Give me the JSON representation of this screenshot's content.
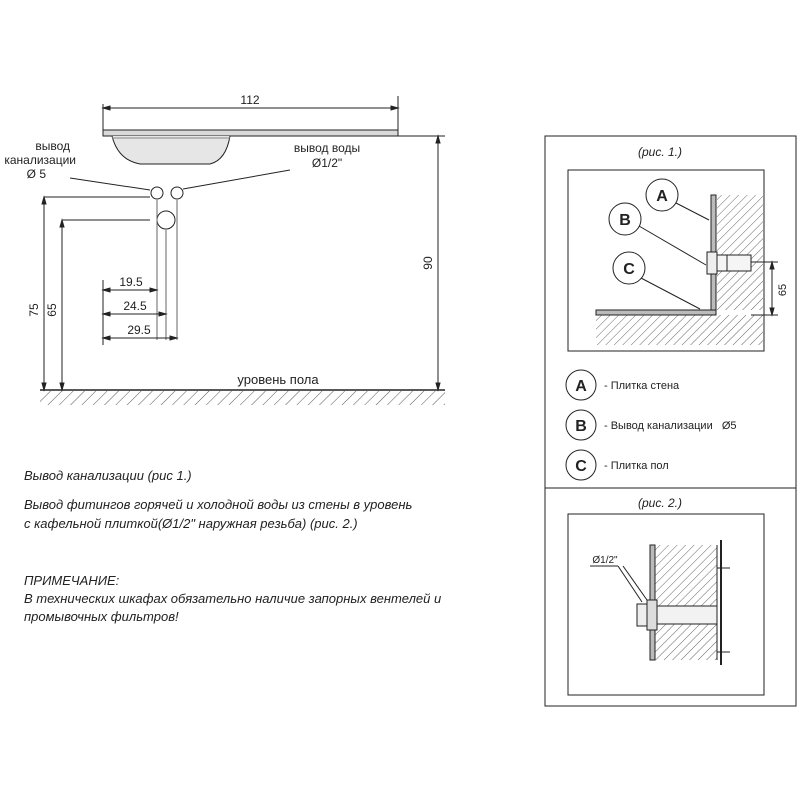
{
  "main_drawing": {
    "dims": {
      "width_112": "112",
      "height_90": "90",
      "height_75": "75",
      "height_65": "65",
      "h_19_5": "19.5",
      "h_24_5": "24.5",
      "h_29_5": "29.5"
    },
    "label_drain_line1": "вывод",
    "label_drain_line2": "канализации",
    "label_drain_line3": "Ø 5",
    "label_water_line1": "вывод воды",
    "label_water_line2": "Ø1/2\"",
    "floor_label": "уровень пола"
  },
  "notes": {
    "line1": "Вывод канализации (рис 1.)",
    "line2": "Вывод фитингов горячей и холодной воды из стены в уровень",
    "line3": "с кафельной плиткой(Ø1/2\" наружная резьба) (рис. 2.)",
    "line4": "ПРИМЕЧАНИЕ:",
    "line5": "В технических шкафах обязательно наличие запорных вентелей и",
    "line6": "промывочных фильтров!"
  },
  "fig1": {
    "caption": "(рис. 1.)",
    "callout_a": "A",
    "callout_b": "B",
    "callout_c": "C",
    "dim_65": "65"
  },
  "legend": [
    {
      "letter": "A",
      "text": "- Плитка стена"
    },
    {
      "letter": "B",
      "text": "- Вывод канализации   Ø5"
    },
    {
      "letter": "C",
      "text": "- Плитка пол"
    }
  ],
  "fig2": {
    "caption": "(рис. 2.)",
    "dim_label": "Ø1/2\""
  }
}
